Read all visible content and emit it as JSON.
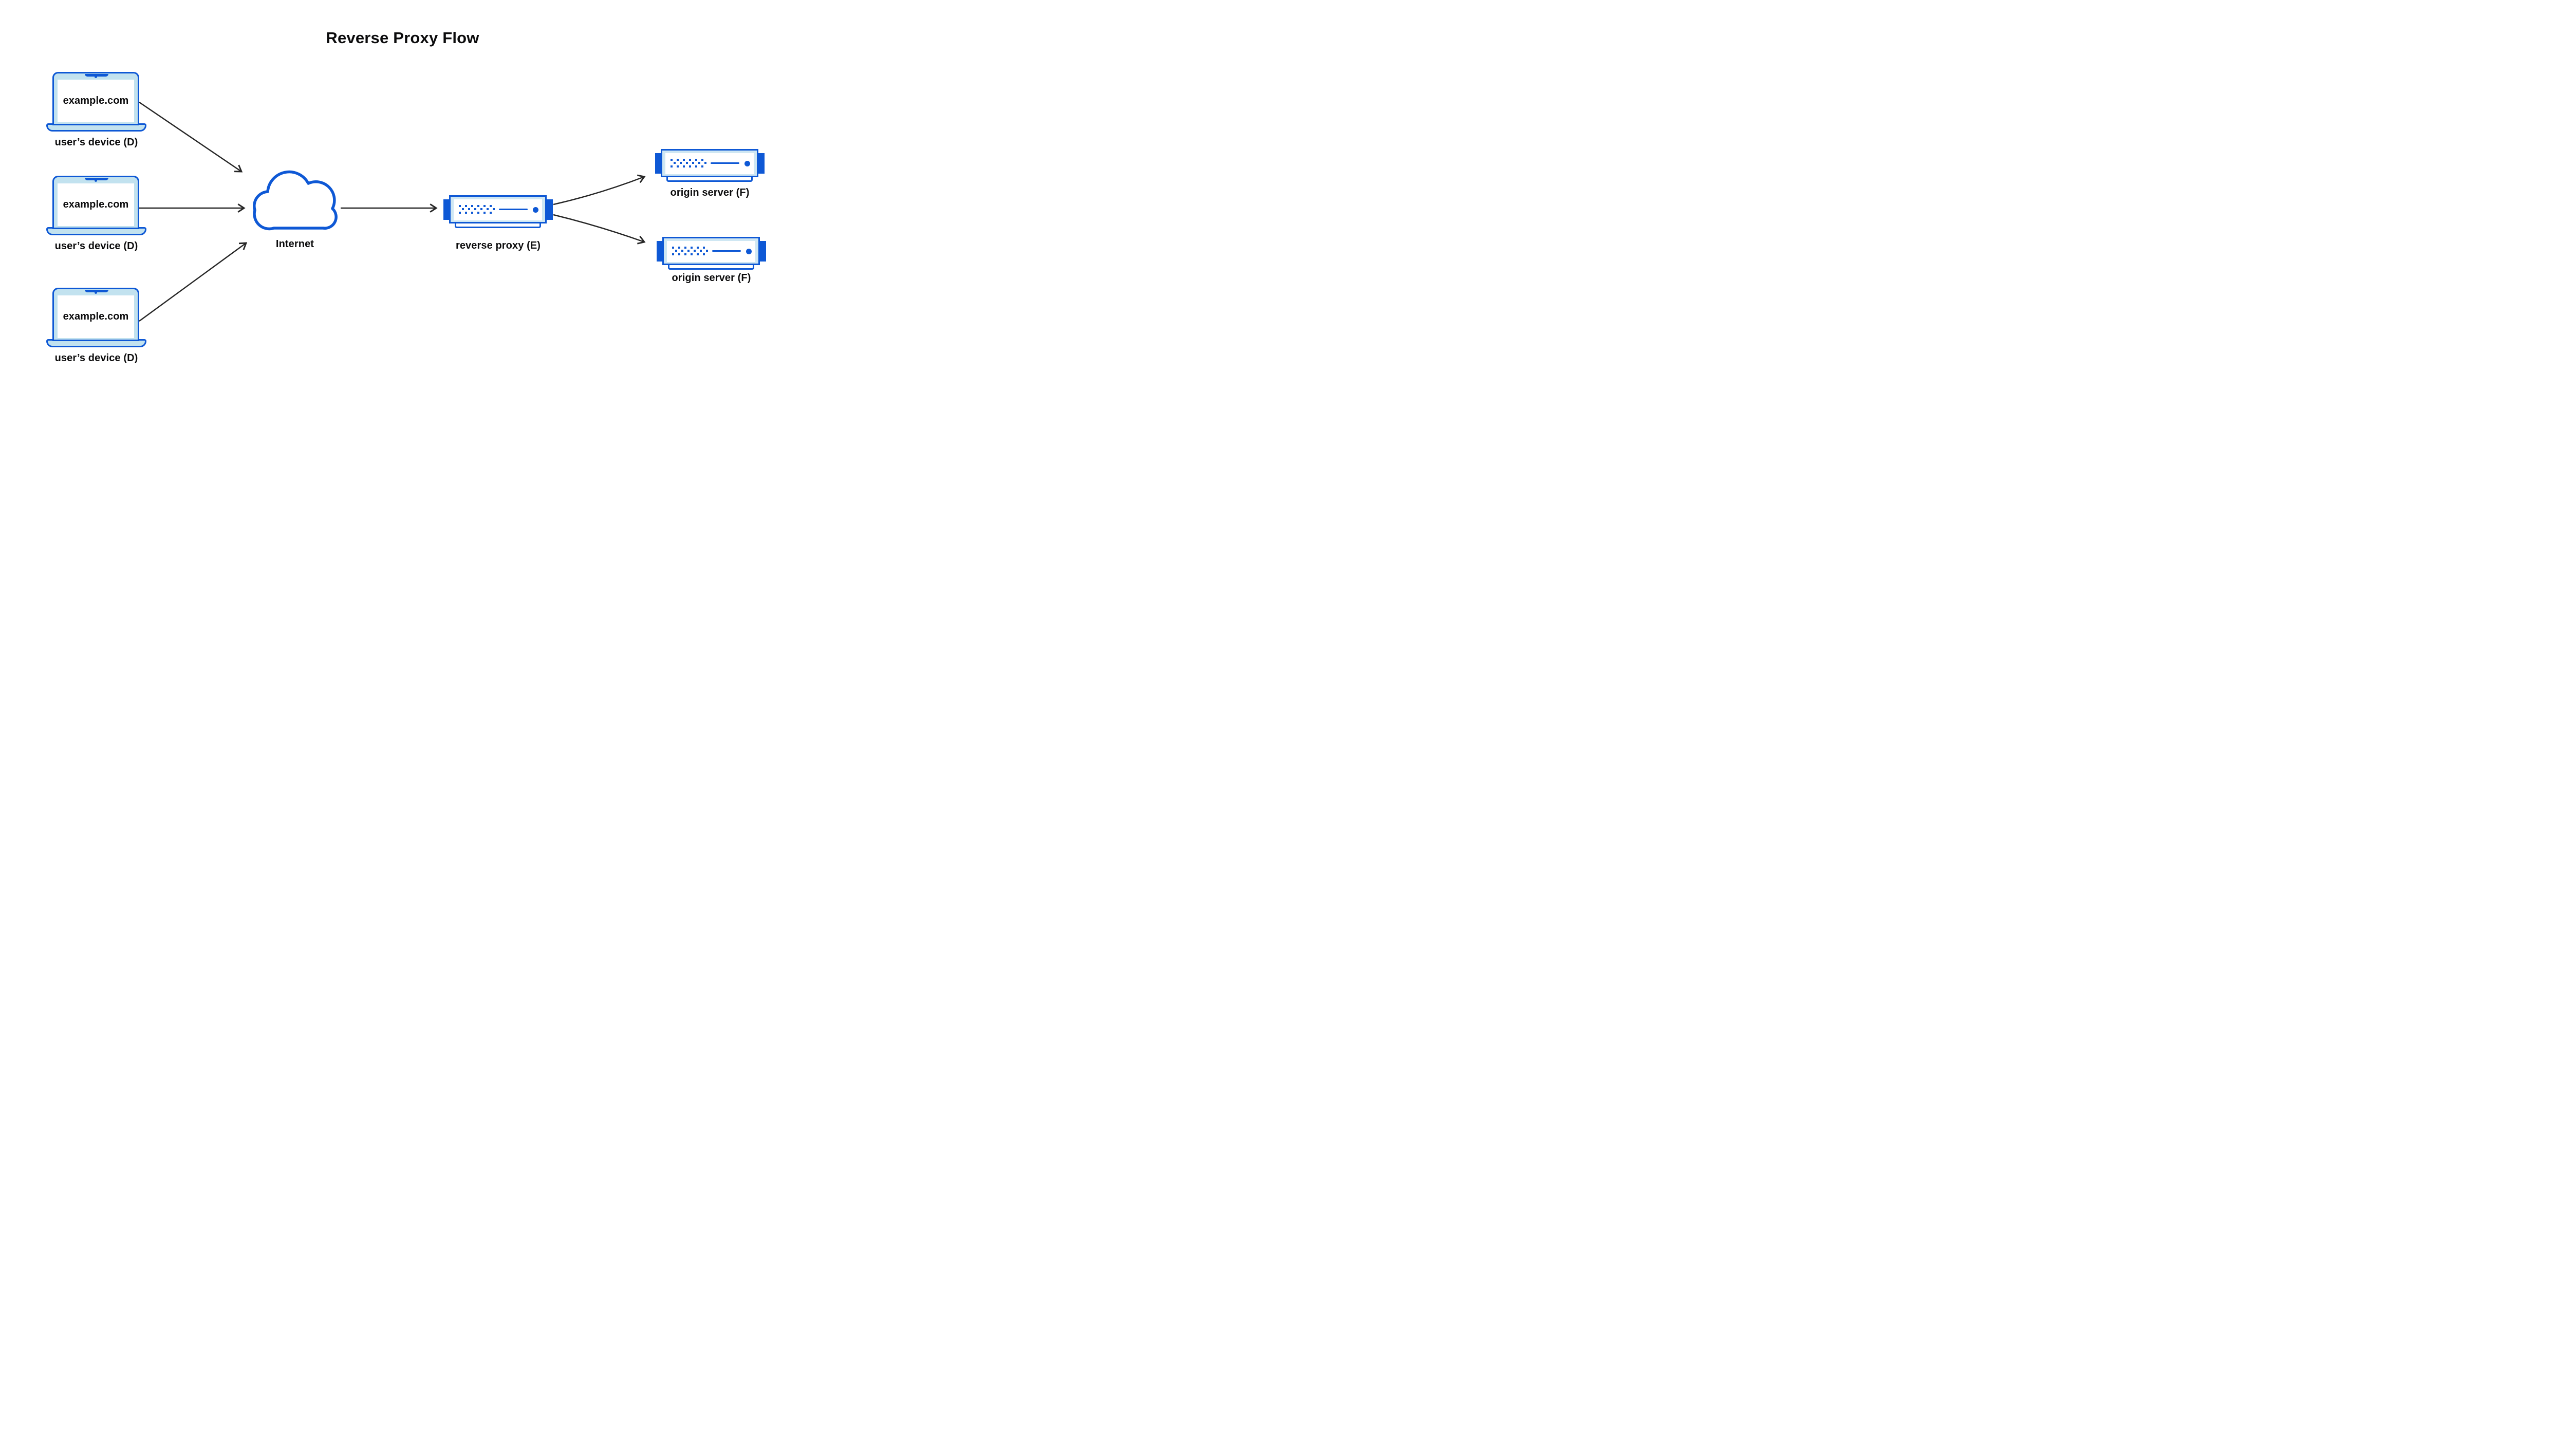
{
  "title": "Reverse Proxy Flow",
  "nodes": {
    "device1": {
      "icon": "laptop-icon",
      "screen_text": "example.com",
      "label": "user’s device (D)"
    },
    "device2": {
      "icon": "laptop-icon",
      "screen_text": "example.com",
      "label": "user’s device (D)"
    },
    "device3": {
      "icon": "laptop-icon",
      "screen_text": "example.com",
      "label": "user’s device (D)"
    },
    "internet": {
      "icon": "cloud-icon",
      "label": "Internet"
    },
    "proxy": {
      "icon": "server-icon",
      "label": "reverse proxy (E)"
    },
    "origin1": {
      "icon": "server-icon",
      "label": "origin server (F)"
    },
    "origin2": {
      "icon": "server-icon",
      "label": "origin server (F)"
    }
  },
  "edges": [
    {
      "id": "e1",
      "from": "user-device-1",
      "to": "internet"
    },
    {
      "id": "e2",
      "from": "user-device-2",
      "to": "internet"
    },
    {
      "id": "e3",
      "from": "user-device-3",
      "to": "internet"
    },
    {
      "id": "e4",
      "from": "internet",
      "to": "reverse-proxy"
    },
    {
      "id": "e5",
      "from": "reverse-proxy",
      "to": "origin-server-1"
    },
    {
      "id": "e6",
      "from": "reverse-proxy",
      "to": "origin-server-2"
    }
  ],
  "colors": {
    "accent_blue": "#0E58D5",
    "laptop_bezel_blue": "#C2E2EF",
    "server_band_blue": "#CFE7F3",
    "arrow_black": "#272727",
    "text_black": "#0B0B0C",
    "background": "#FFFFFF"
  }
}
